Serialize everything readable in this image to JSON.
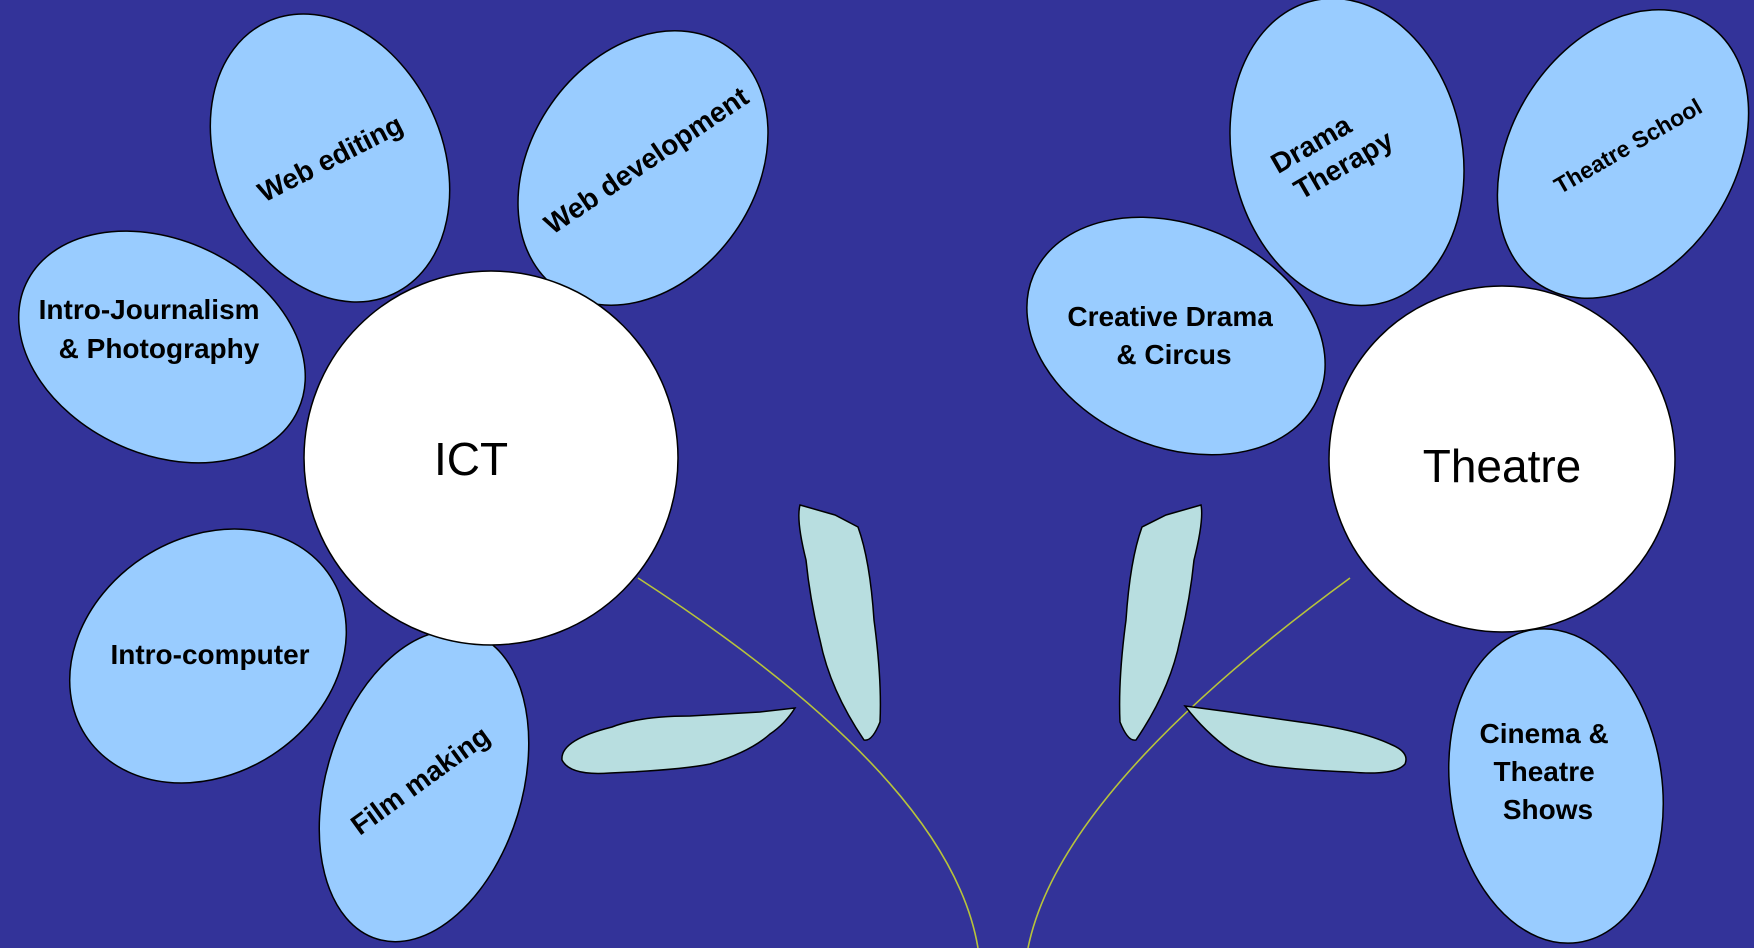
{
  "colors": {
    "background": "#333399",
    "petal": "#99CCFF",
    "center": "#FFFFFF",
    "leaf": "#B8DEE0",
    "stem": "#B8C43A"
  },
  "flowers": [
    {
      "center_label": "ICT",
      "petals": [
        {
          "lines": [
            "Web editing"
          ]
        },
        {
          "lines": [
            "Web development"
          ]
        },
        {
          "lines": [
            "Intro-Journalism",
            "& Photography"
          ]
        },
        {
          "lines": [
            "Intro-computer"
          ]
        },
        {
          "lines": [
            "Film making"
          ]
        }
      ]
    },
    {
      "center_label": "Theatre",
      "petals": [
        {
          "lines": [
            "Drama",
            "Therapy"
          ]
        },
        {
          "lines": [
            "Theatre School"
          ]
        },
        {
          "lines": [
            "Creative Drama",
            "& Circus"
          ]
        },
        {
          "lines": [
            "Cinema &",
            "Theatre",
            "Shows"
          ]
        }
      ]
    }
  ]
}
